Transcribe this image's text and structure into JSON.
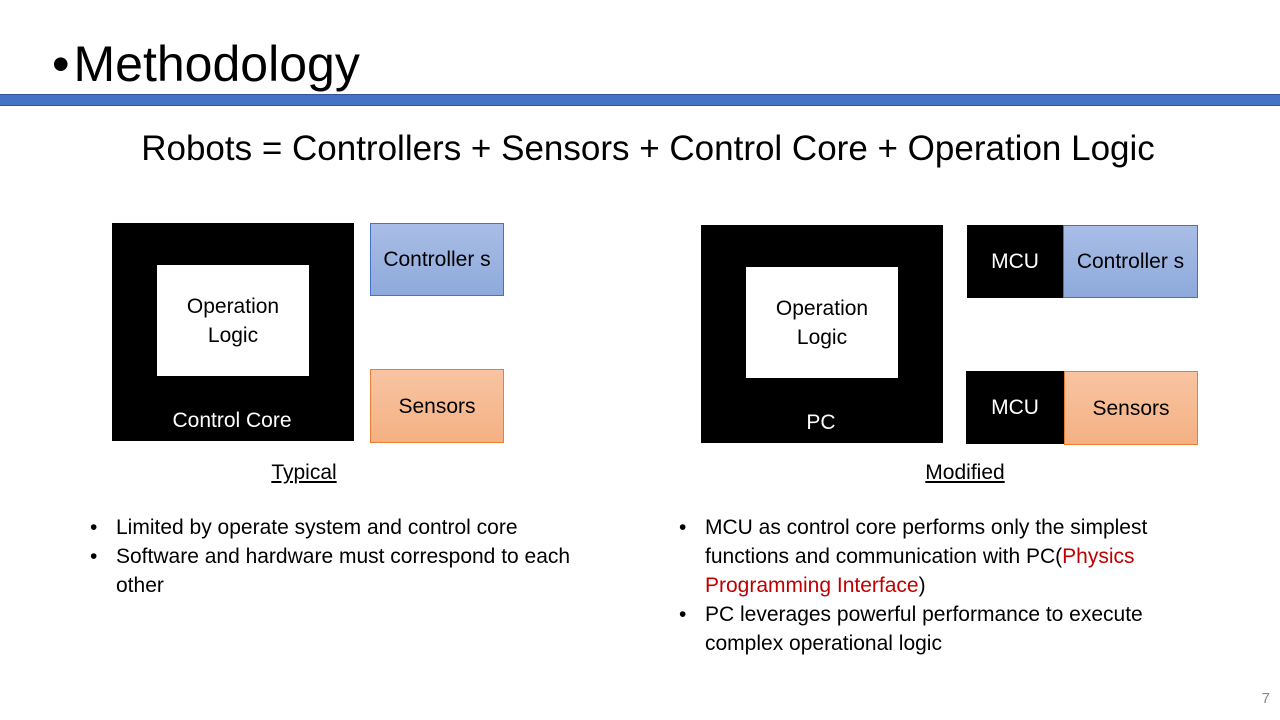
{
  "slide": {
    "title": "Methodology",
    "title_bullet": "•",
    "equation": "Robots = Controllers + Sensors + Control Core + Operation Logic",
    "page_number": "7"
  },
  "typical": {
    "inner_box": "Operation Logic",
    "core_label": "Control Core",
    "controllers": "Controller s",
    "sensors": "Sensors",
    "caption": "Typical",
    "bullets": [
      "Limited by operate system and control core",
      "Software and hardware must correspond to each other"
    ]
  },
  "modified": {
    "inner_box": "Operation Logic",
    "core_label": "PC",
    "mcu_top": "MCU",
    "controllers": "Controller s",
    "mcu_bottom": "MCU",
    "sensors": "Sensors",
    "caption": "Modified",
    "bullet1_before": "MCU as control core performs only the simplest functions and communication with PC(",
    "bullet1_highlight": "Physics Programming Interface",
    "bullet1_after": ")",
    "bullet2": "PC leverages powerful performance to execute complex operational logic"
  },
  "colors": {
    "rule": "#4472c4",
    "controllers_fill": "#8eaadb",
    "sensors_fill": "#f4b183",
    "highlight_text": "#c00000"
  }
}
